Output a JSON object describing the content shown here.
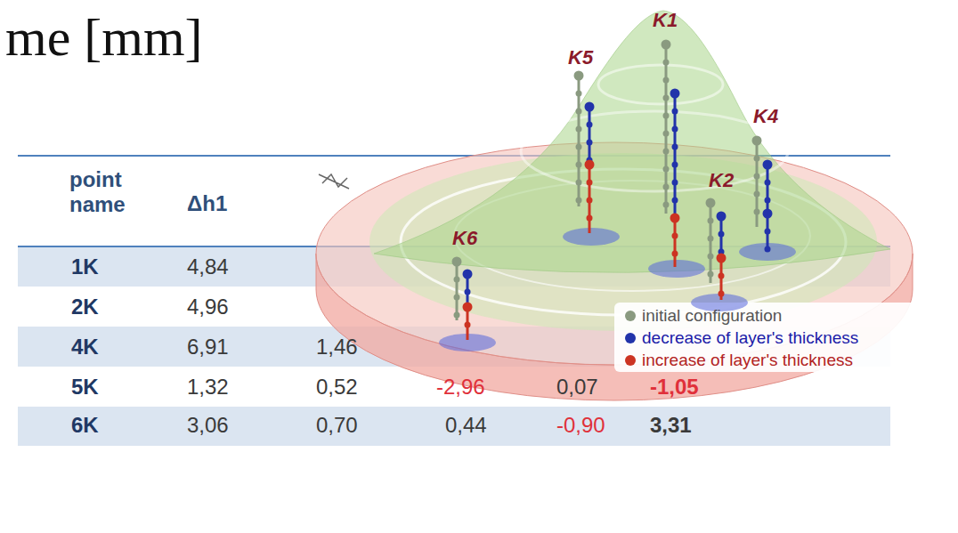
{
  "diagram": {
    "title": "me [mm]",
    "labels": [
      "point name",
      "Δh1",
      "1K",
      "4,84",
      "2K",
      "4,96",
      "4K",
      "6,91",
      "1,46",
      "5K",
      "1,32",
      "0,52",
      "-2,96",
      "0,07",
      "-1,05",
      "6K",
      "3,06",
      "0,70",
      "0,44",
      "-0,90",
      "3,31",
      "K1",
      "K5",
      "K4",
      "K2",
      "K6"
    ],
    "legend": [
      {
        "text": "initial configuration",
        "color": "#8a9a80"
      },
      {
        "text": "decrease of layer's thickness",
        "color": "#2233aa"
      },
      {
        "text": "increase of layer's thickness",
        "color": "#cc3322"
      }
    ]
  }
}
